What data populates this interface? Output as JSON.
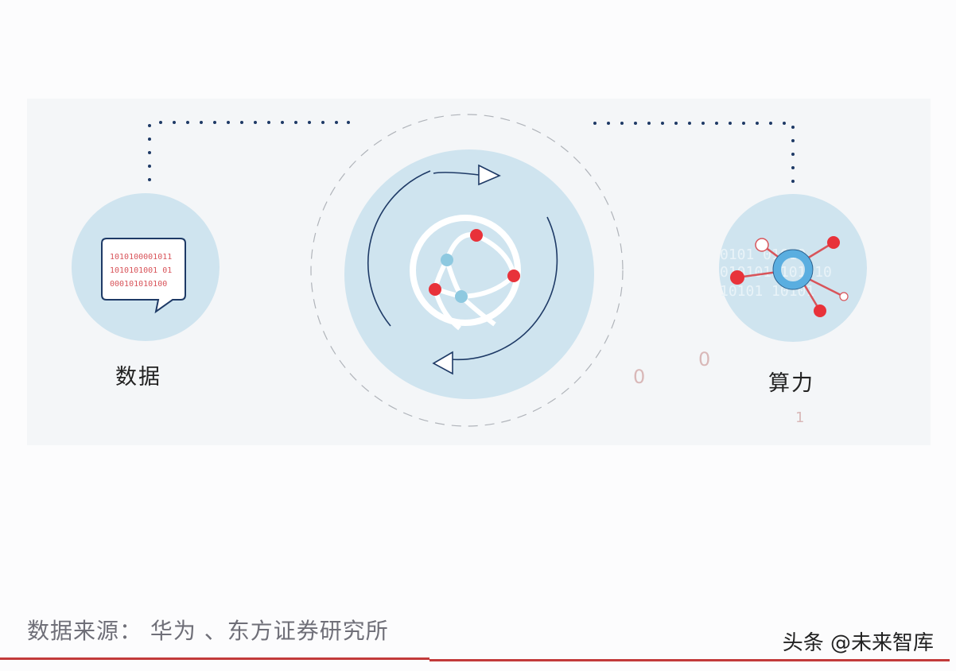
{
  "diagram": {
    "nodes": [
      {
        "id": "data",
        "label": "数据",
        "icon": "binary-message-icon",
        "binary_lines": [
          "10101000010 1",
          "1010101001 01",
          "000101010100"
        ]
      },
      {
        "id": "center",
        "label": "",
        "icon": "globe-network-cycle-icon"
      },
      {
        "id": "compute",
        "label": "算力",
        "icon": "network-hub-icon"
      }
    ],
    "edges": [
      {
        "from": "data",
        "to": "center",
        "style": "dotted"
      },
      {
        "from": "center",
        "to": "compute",
        "style": "dotted"
      }
    ],
    "decorations": [
      "0",
      "0",
      "1"
    ]
  },
  "footer": {
    "source": "数据来源： 华为 、东方证券研究所",
    "watermark": "头条 @未来智库"
  },
  "colors": {
    "circle_fill": "#cfe4ef",
    "dot_color": "#1e3a66",
    "red_node": "#e8323a",
    "blue_node": "#8ec9e0",
    "ring_blue": "#5aaee0",
    "footer_line": "#c23a3a"
  }
}
